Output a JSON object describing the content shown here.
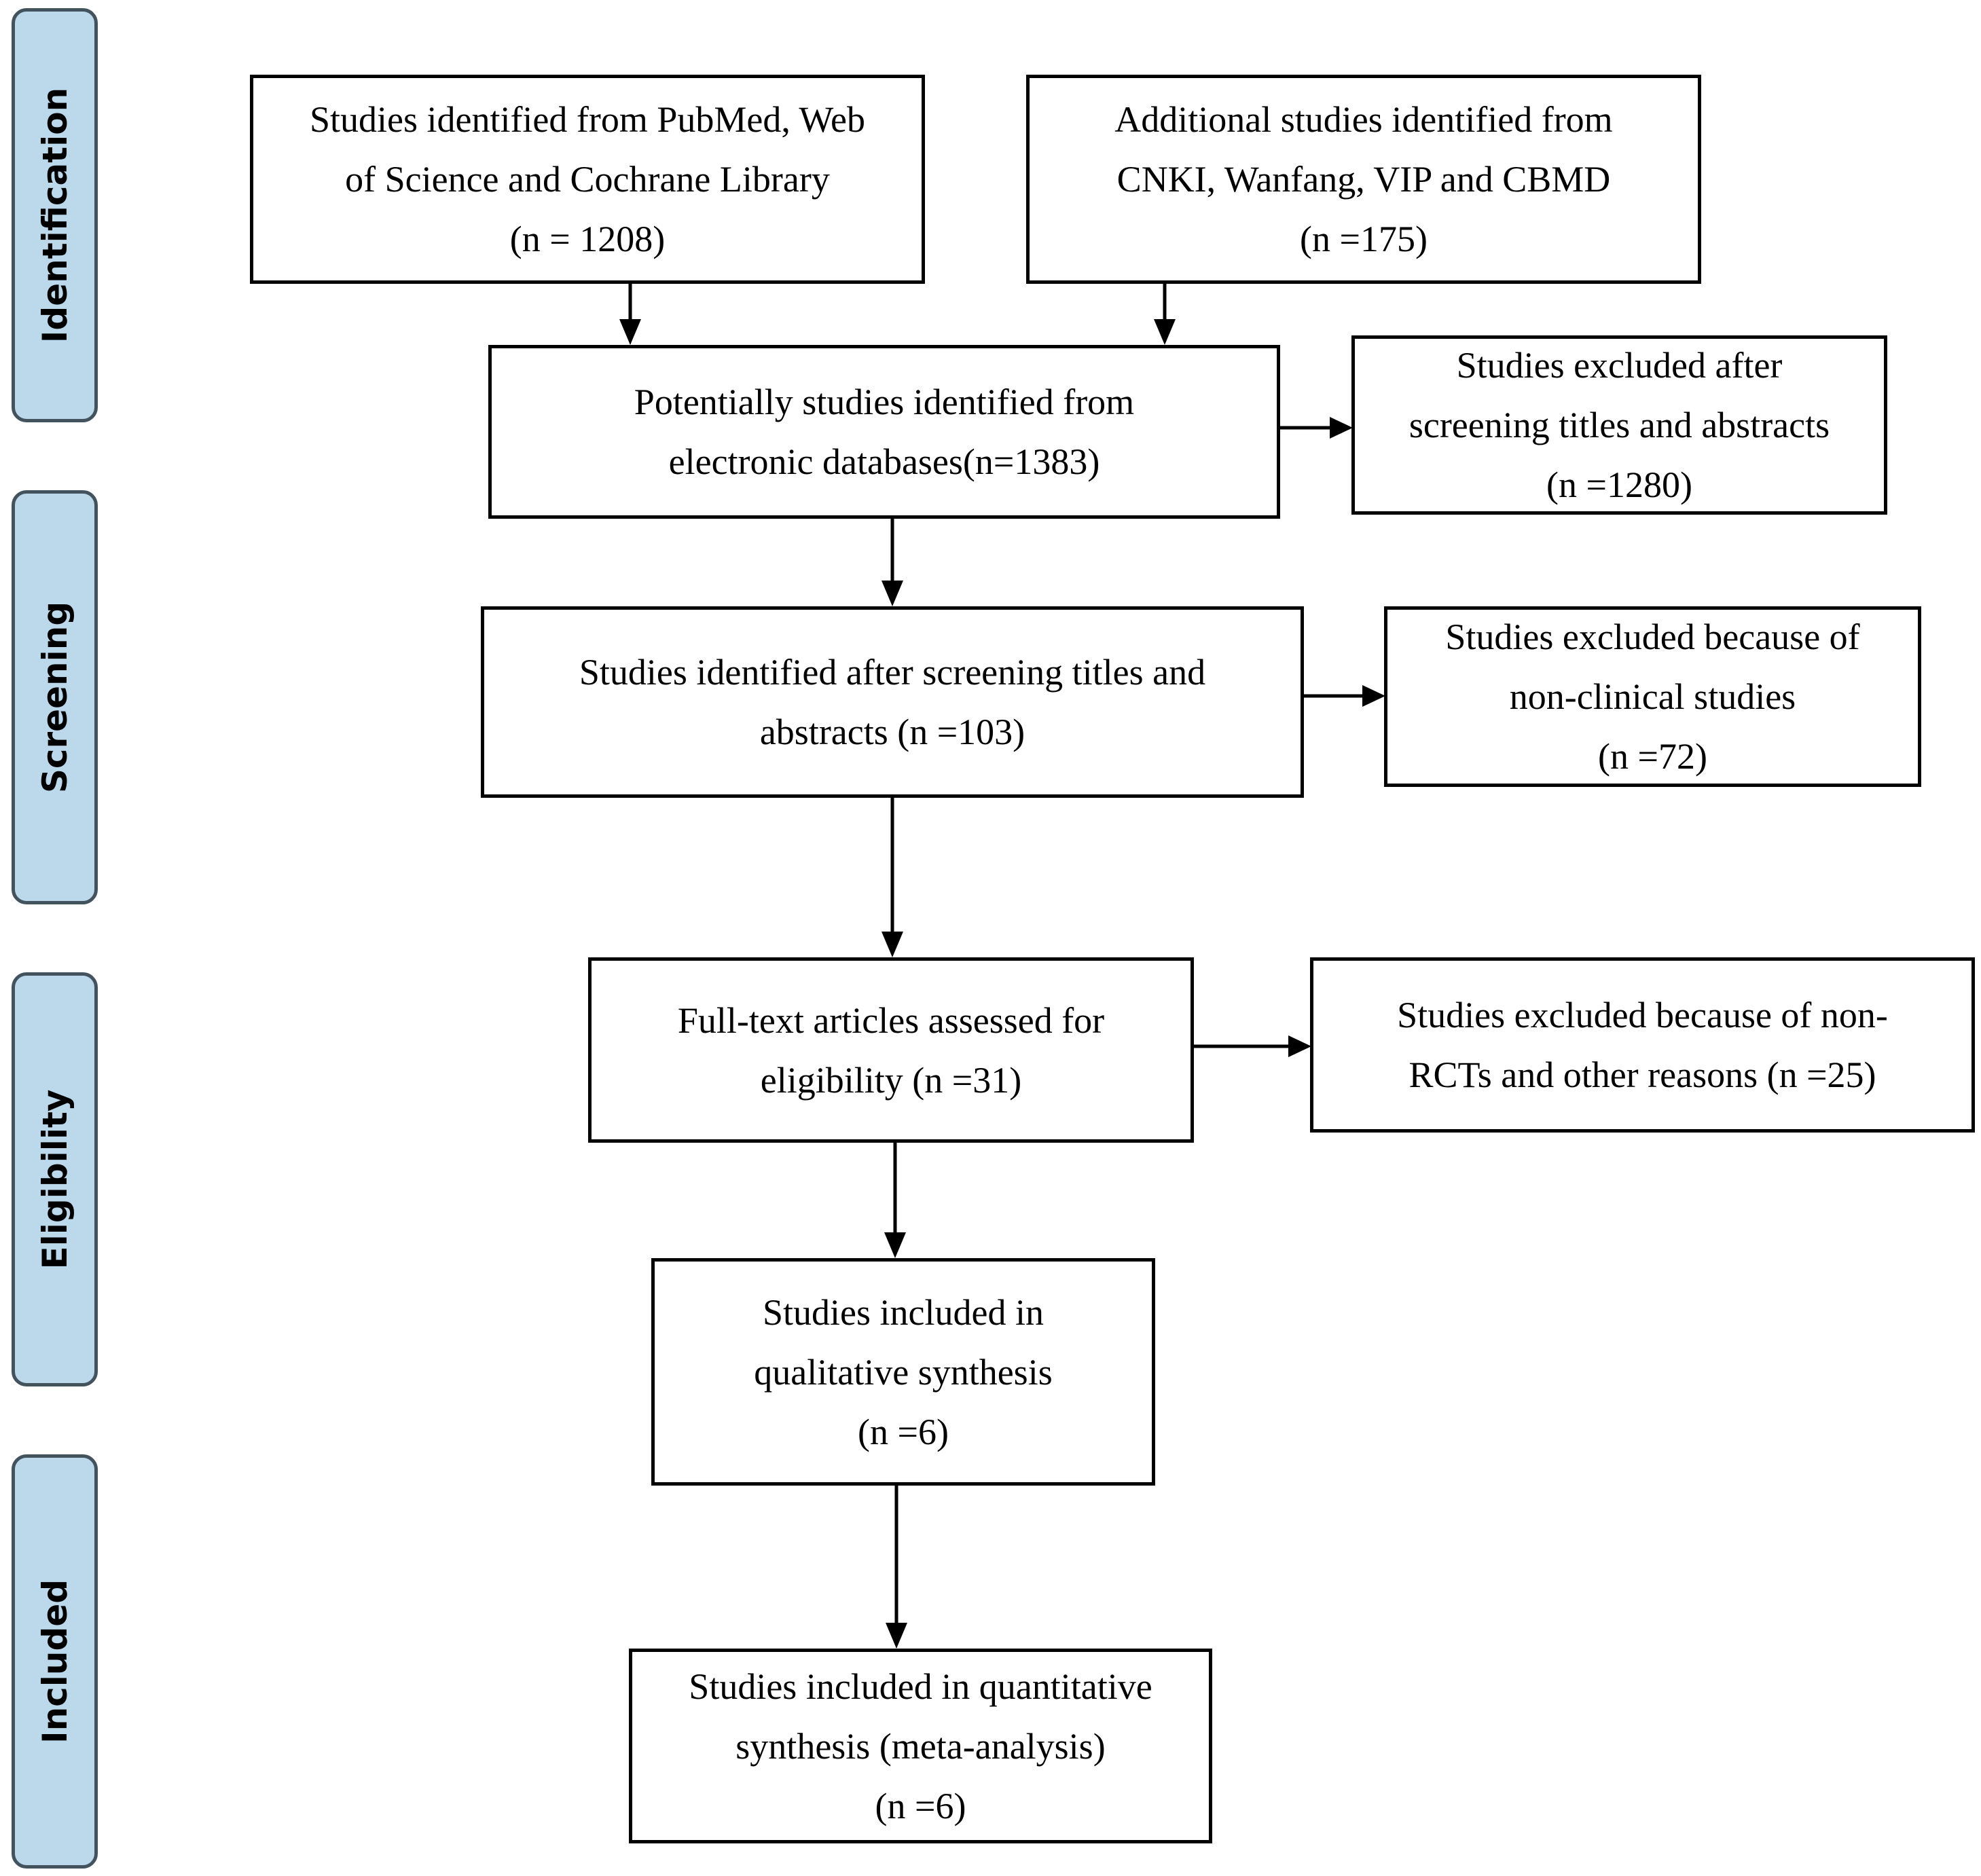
{
  "phases": {
    "identification": "Identification",
    "screening": "Screening",
    "eligibility": "Eligibility",
    "included": "Included"
  },
  "boxes": {
    "pubmed": [
      "Studies identified from PubMed, Web",
      "of Science and Cochrane Library",
      "(n = 1208)"
    ],
    "additional": [
      "Additional studies identified from",
      "CNKI, Wanfang, VIP and CBMD",
      "(n =175)"
    ],
    "potential": [
      "Potentially studies identified from",
      "electronic databases(n=1383)"
    ],
    "excluded_titles": [
      "Studies excluded after",
      "screening titles and abstracts",
      "(n =1280)"
    ],
    "after_screening": [
      "Studies identified after screening titles and",
      "abstracts (n =103)"
    ],
    "excluded_nonclinical": [
      "Studies excluded because of",
      "non-clinical studies",
      "(n =72)"
    ],
    "fulltext": [
      "Full-text articles assessed for",
      "eligibility (n =31)"
    ],
    "excluded_nonrct": [
      "Studies excluded because of non-",
      "RCTs and other reasons (n =25)"
    ],
    "qualitative": [
      "Studies included in",
      "qualitative synthesis",
      "(n =6)"
    ],
    "quantitative": [
      "Studies included in quantitative",
      "synthesis (meta-analysis)",
      "(n =6)"
    ]
  }
}
